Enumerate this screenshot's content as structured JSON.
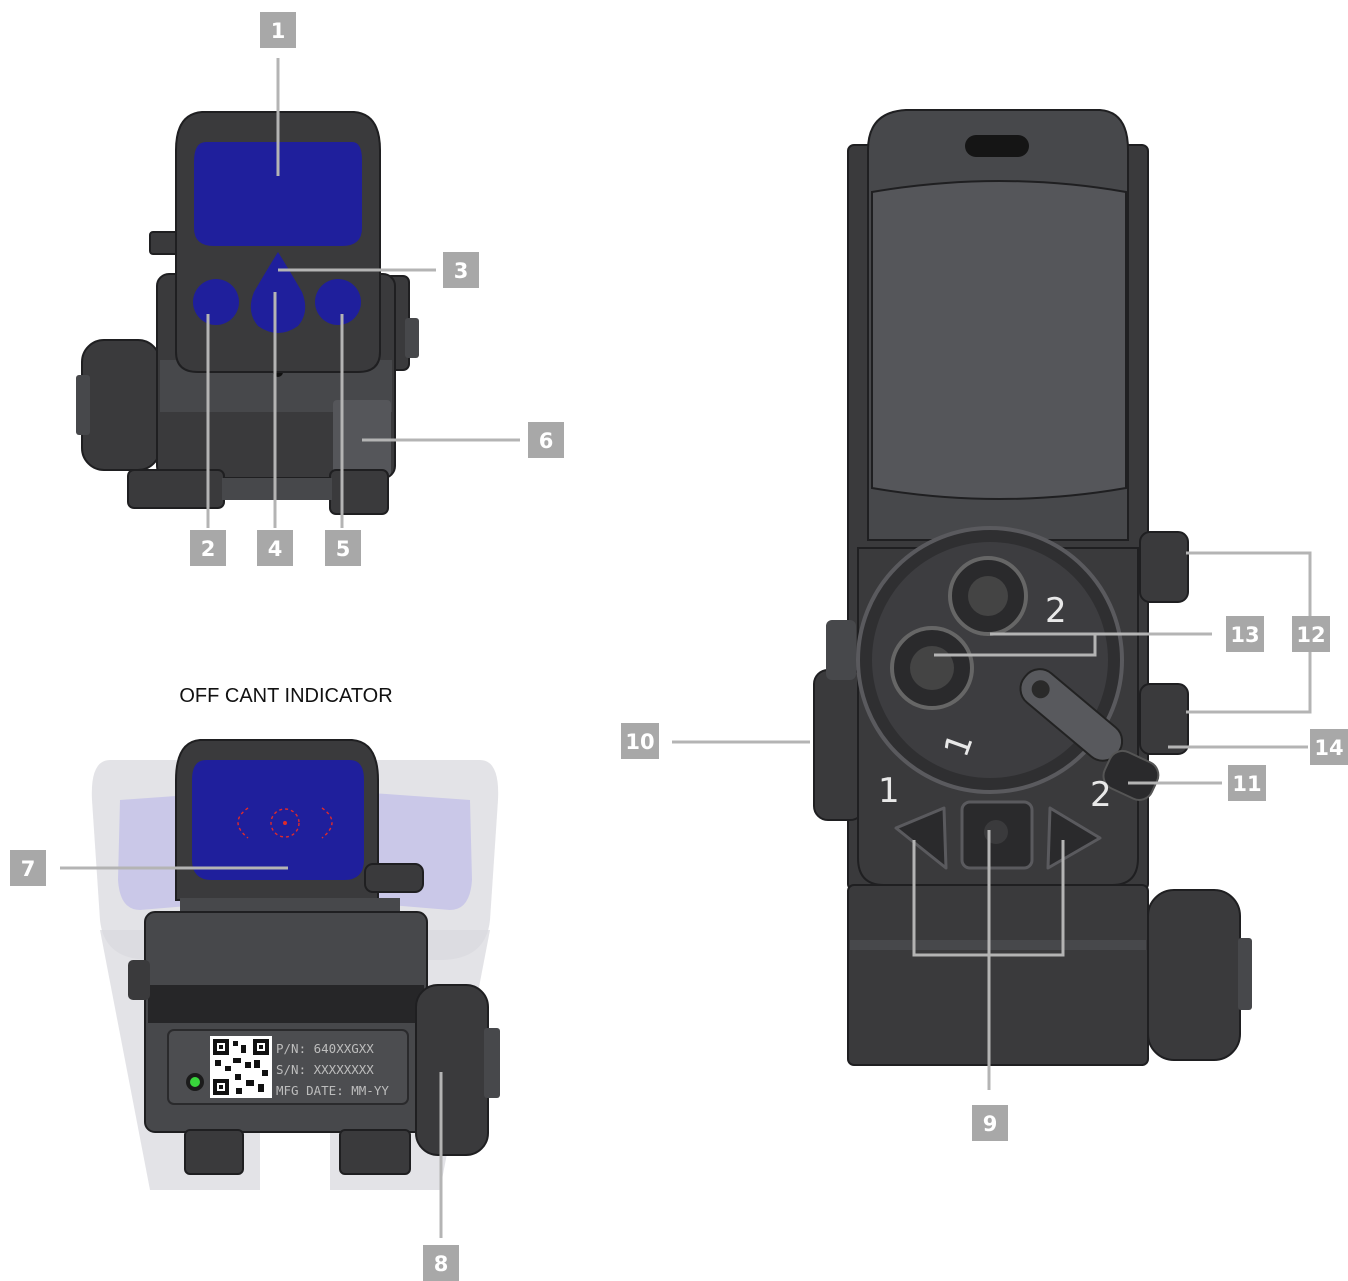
{
  "diagram": {
    "caption": "OFF CANT INDICATOR",
    "callouts": [
      "1",
      "2",
      "3",
      "4",
      "5",
      "6",
      "7",
      "8",
      "9",
      "10",
      "11",
      "12",
      "13",
      "14"
    ],
    "device_label": {
      "pn": "P/N: 640XXGXX",
      "sn": "S/N: XXXXXXXX",
      "mfg": "MFG DATE: MM-YY"
    },
    "dial_numbers": {
      "upper": "2",
      "lower": "1"
    },
    "button_numbers": {
      "left": "1",
      "right": "2"
    },
    "colors": {
      "callout_box": "#a8a8a8",
      "leader_line": "#b4b4b4",
      "housing": "#3a3a3c",
      "lens": "#1f1f9c",
      "reticle": "#e02a2a",
      "status_led": "#39d63c"
    }
  }
}
